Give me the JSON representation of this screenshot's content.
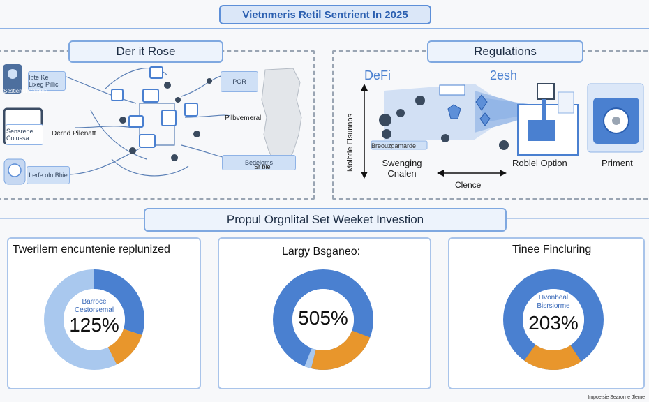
{
  "header": {
    "title": "Vietnmeris Retil Sentrient In 2025"
  },
  "left_panel": {
    "title": "Der it Rose",
    "tags": [
      "POR",
      "Pilbvemeral",
      "Sensrene Colussa",
      "Dernd Pilenatt",
      "Bedeloms",
      "Sr ble"
    ],
    "side_labels": [
      "Sestierrsl Cemics",
      "Ibte Ke Lixeg Pillic",
      "Lerfe oln Bhie"
    ]
  },
  "right_panel": {
    "title": "Regulations",
    "defi_label": "DeFi",
    "cash_label": "2esh",
    "axis_label": "Molbtie Flsunnos",
    "chart_caption": "Swenging Cnalen",
    "axis_caption": "Clence",
    "option_label": "Roblel Option",
    "priment_label": "Priment",
    "screen_tag": "Breouzgamarde"
  },
  "investment": {
    "title": "Propul Orgnlital Set Weeket Investion",
    "cards": [
      {
        "title": "Twerilern encuntenie replunized",
        "value": "125%",
        "sub1": "Barroce",
        "sub2": "Cestorsemal"
      },
      {
        "title": "Largy Bsganeo:",
        "value": "505%",
        "sub1": "",
        "sub2": ""
      },
      {
        "title": "Tinee Fincluring",
        "value": "203%",
        "sub1": "Hvonbeal",
        "sub2": "Bisrsiorme"
      }
    ]
  },
  "footer": {
    "text": "Impoelsie Searorne Jlerne"
  },
  "colors": {
    "accent": "#4a80d0",
    "orange": "#e8962c",
    "light_blue": "#a9c8ee"
  }
}
